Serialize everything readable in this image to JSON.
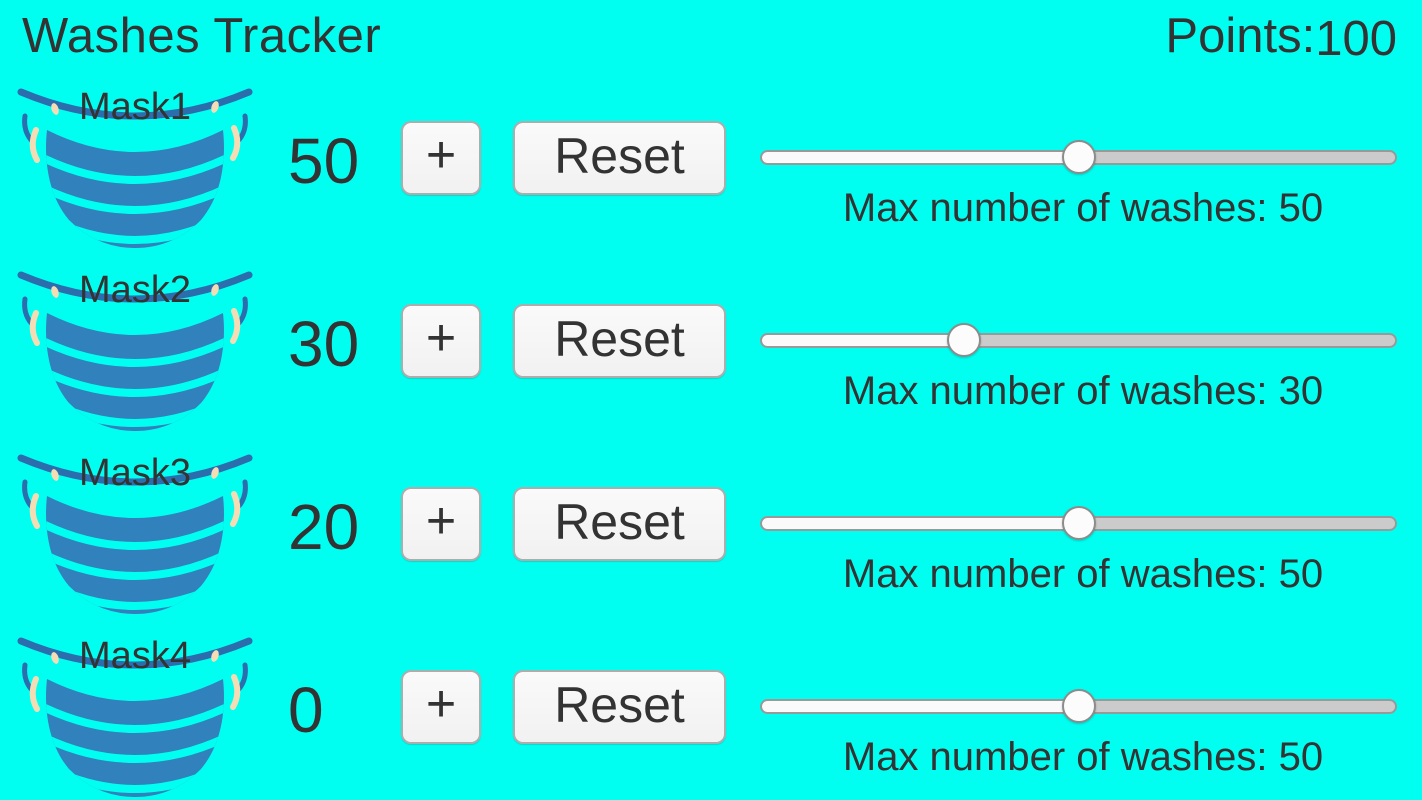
{
  "app": {
    "title": "Washes Tracker",
    "points_label": "Points:",
    "points_value": "100"
  },
  "colors": {
    "background": "#00FFF1",
    "text": "#333333",
    "mask_body": "#3181BC",
    "mask_band": "#2B6DAD",
    "mask_strap": "#F4DDB5",
    "button_bg": "#F7F7F7",
    "button_border": "#ADADAD",
    "slider_fill": "#FAFAFA",
    "slider_track": "#CBCBCB",
    "slider_border": "#999999"
  },
  "rows": [
    {
      "mask_label": "Mask1",
      "count": "50",
      "plus_label": "+",
      "reset_label": "Reset",
      "slider_percent": 50,
      "max_washes_label": "Max number of washes: 50"
    },
    {
      "mask_label": "Mask2",
      "count": "30",
      "plus_label": "+",
      "reset_label": "Reset",
      "slider_percent": 31,
      "max_washes_label": "Max number of washes: 30"
    },
    {
      "mask_label": "Mask3",
      "count": "20",
      "plus_label": "+",
      "reset_label": "Reset",
      "slider_percent": 50,
      "max_washes_label": "Max number of washes: 50"
    },
    {
      "mask_label": "Mask4",
      "count": "0",
      "plus_label": "+",
      "reset_label": "Reset",
      "slider_percent": 50,
      "max_washes_label": "Max number of washes: 50"
    }
  ]
}
